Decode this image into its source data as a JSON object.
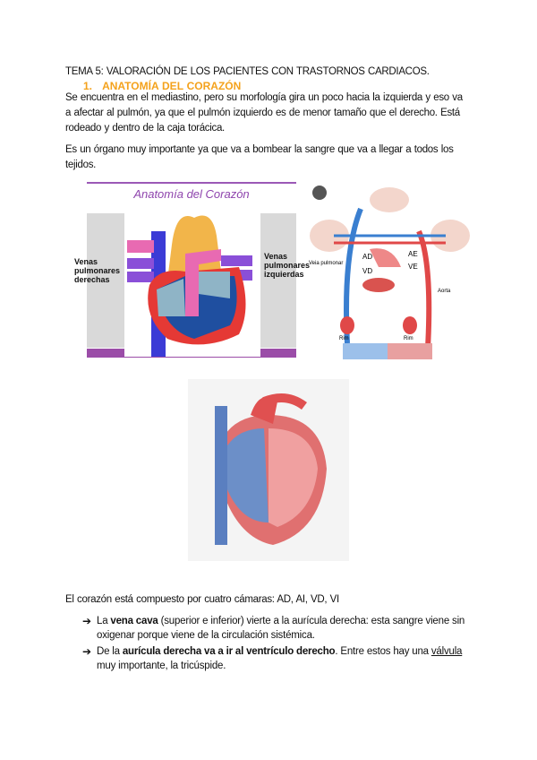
{
  "title": "TEMA 5: VALORACIÓN DE LOS PACIENTES CON TRASTORNOS CARDIACOS.",
  "section": {
    "number": "1.",
    "heading": "ANATOMÍA DEL CORAZÓN"
  },
  "paragraph1": [
    "Se encuentra en el mediastino, pero su morfología gira un poco hacia  la izquierda y eso va",
    "a afectar al pulmón, ya que el pulmón izquierdo es de menor tamaño que el derecho. Está",
    "rodeado y dentro de la caja torácica."
  ],
  "paragraph2": [
    "Es un órgano muy importante ya que va a bombear la sangre que va a llegar a todos los",
    "tejidos."
  ],
  "figure1": {
    "title": "Anatomía del Corazón",
    "left_label": [
      "Venas",
      "pulmonares",
      "derechas"
    ],
    "right_label": [
      "Venas",
      "pulmonares",
      "izquierdas"
    ]
  },
  "figure2": {
    "labels": {
      "ad": "AD",
      "vd": "VD",
      "ae": "AE",
      "ve": "VE",
      "rim_left": "Rim",
      "rim_right": "Rim",
      "vein": "Veia pulmonar",
      "aorta": "Aorta"
    }
  },
  "chambers_text": "El corazón está compuesto por cuatro cámaras: AD, AI, VD, VI",
  "bullets": [
    {
      "pre": "La ",
      "bold": "vena cava",
      "post": " (superior e inferior) vierte a la aurícula derecha: esta sangre viene sin oxigenar porque viene de la circulación sistémica."
    },
    {
      "pre": "De la ",
      "bold": "aurícula derecha va a ir al ventrículo derecho",
      "post": ". Entre estos hay una ",
      "underlined": "válvula",
      "tail": " muy importante, la tricúspide."
    }
  ],
  "bullet_icon": "right-arrow-icon",
  "colors": {
    "heading": "#f4a21c",
    "vein_blue": "#3a7fd0",
    "artery_red": "#e04848"
  }
}
